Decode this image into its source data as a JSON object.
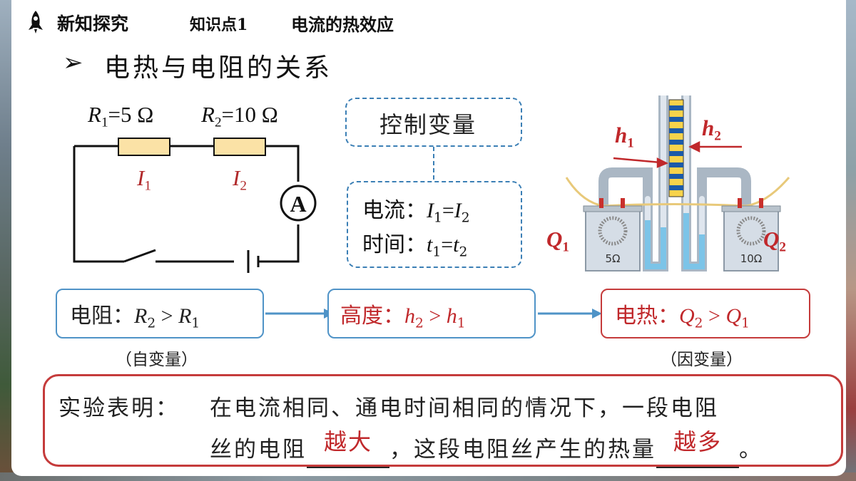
{
  "header": {
    "section": "新知探究",
    "topic": "知识点1",
    "topic_title": "电流的热效应"
  },
  "subtitle": "电热与电阻的关系",
  "circuit": {
    "r1_label": "R1=5 Ω",
    "r1_symbol": "R",
    "r1_sub": "1",
    "r1_value": "=5 Ω",
    "r2_symbol": "R",
    "r2_sub": "2",
    "r2_value": "=10 Ω",
    "i1_symbol": "I",
    "i1_sub": "1",
    "i2_symbol": "I",
    "i2_sub": "2",
    "ammeter": "A"
  },
  "control": {
    "title": "控制变量",
    "line1_label": "电流：",
    "line1_a": "I",
    "line1_a_sub": "1",
    "line1_eq": "=",
    "line1_b": "I",
    "line1_b_sub": "2",
    "line2_label": "时间：",
    "line2_a": "t",
    "line2_a_sub": "1",
    "line2_eq": "=",
    "line2_b": "t",
    "line2_b_sub": "2"
  },
  "apparatus": {
    "h1": "h",
    "h1_sub": "1",
    "h2": "h",
    "h2_sub": "2",
    "q1": "Q",
    "q1_sub": "1",
    "q2": "Q",
    "q2_sub": "2",
    "left_resistor": "5Ω",
    "right_resistor": "10Ω"
  },
  "flow": {
    "box1_label": "电阻：",
    "box1_a": "R",
    "box1_a_sub": "2",
    "box1_op": " > ",
    "box1_b": "R",
    "box1_b_sub": "1",
    "box1_note": "（自变量）",
    "box2_label": "高度：",
    "box2_a": "h",
    "box2_a_sub": "2",
    "box2_op": " > ",
    "box2_b": "h",
    "box2_b_sub": "1",
    "box3_label": "电热：",
    "box3_a": "Q",
    "box3_a_sub": "2",
    "box3_op": " > ",
    "box3_b": "Q",
    "box3_b_sub": "1",
    "box3_note": "（因变量）"
  },
  "conclusion": {
    "lead": "实验表明：",
    "line1": "在电流相同、通电时间相同的情况下，一段电阻",
    "line2_a": "丝的电阻",
    "blank1": "越大",
    "line2_b": "，这段电阻丝产生的热量",
    "blank2": "越多",
    "line2_end": "。"
  },
  "colors": {
    "accent_red": "#c0282b",
    "accent_blue": "#4f93c7",
    "resistor_fill": "#fbe2a6"
  }
}
